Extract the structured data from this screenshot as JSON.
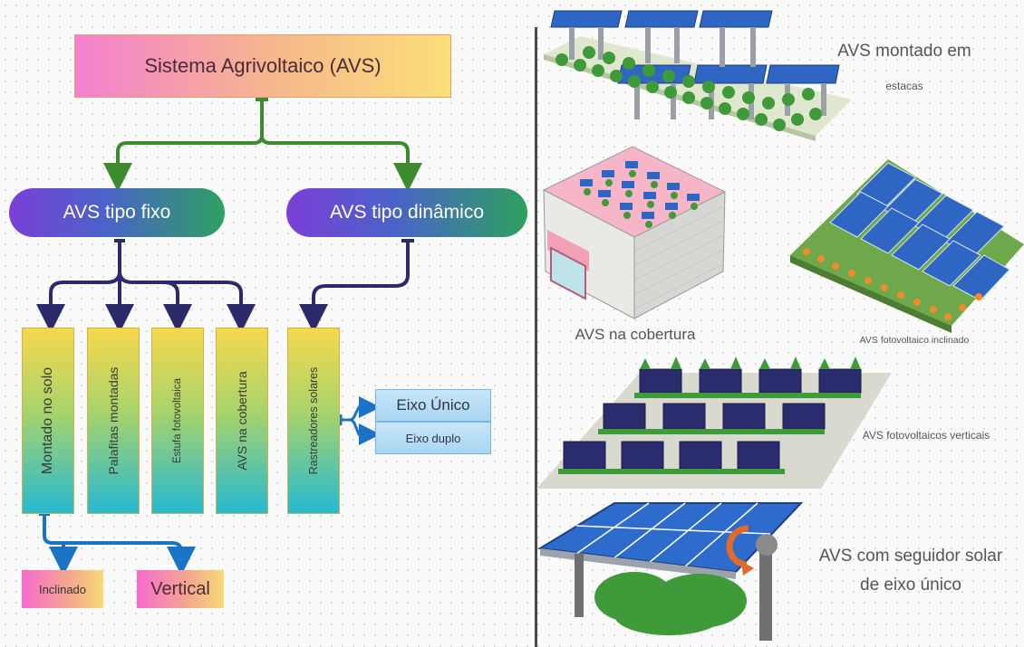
{
  "diagram": {
    "root": "Sistema Agrivoltaico (AVS)",
    "fixed": "AVS tipo fixo",
    "dynamic": "AVS tipo dinâmico",
    "fixed_children": [
      "Montado no solo",
      "Palafitas montadas",
      "Estufa fotovoltaica",
      "AVS na cobertura"
    ],
    "dynamic_children": [
      "Rastreadores solares"
    ],
    "tracker_options": [
      "Eixo Único",
      "Eixo duplo"
    ],
    "ground_options": [
      "Inclinado",
      "Vertical"
    ]
  },
  "illustrations": {
    "stilts": [
      "AVS montado em",
      "estacas"
    ],
    "rooftop": "AVS na cobertura",
    "inclined": "AVS fotovoltaico inclinado",
    "vertical": "AVS fotovoltaicos verticais",
    "tracker": [
      "AVS com seguidor solar",
      "de eixo único"
    ]
  },
  "colors": {
    "arrow_green": "#3c8b2c",
    "arrow_navy": "#2c2a6b",
    "arrow_blue": "#1b73c6",
    "panel_blue": "#2d5fb8",
    "plant_green": "#3f9a3a"
  }
}
